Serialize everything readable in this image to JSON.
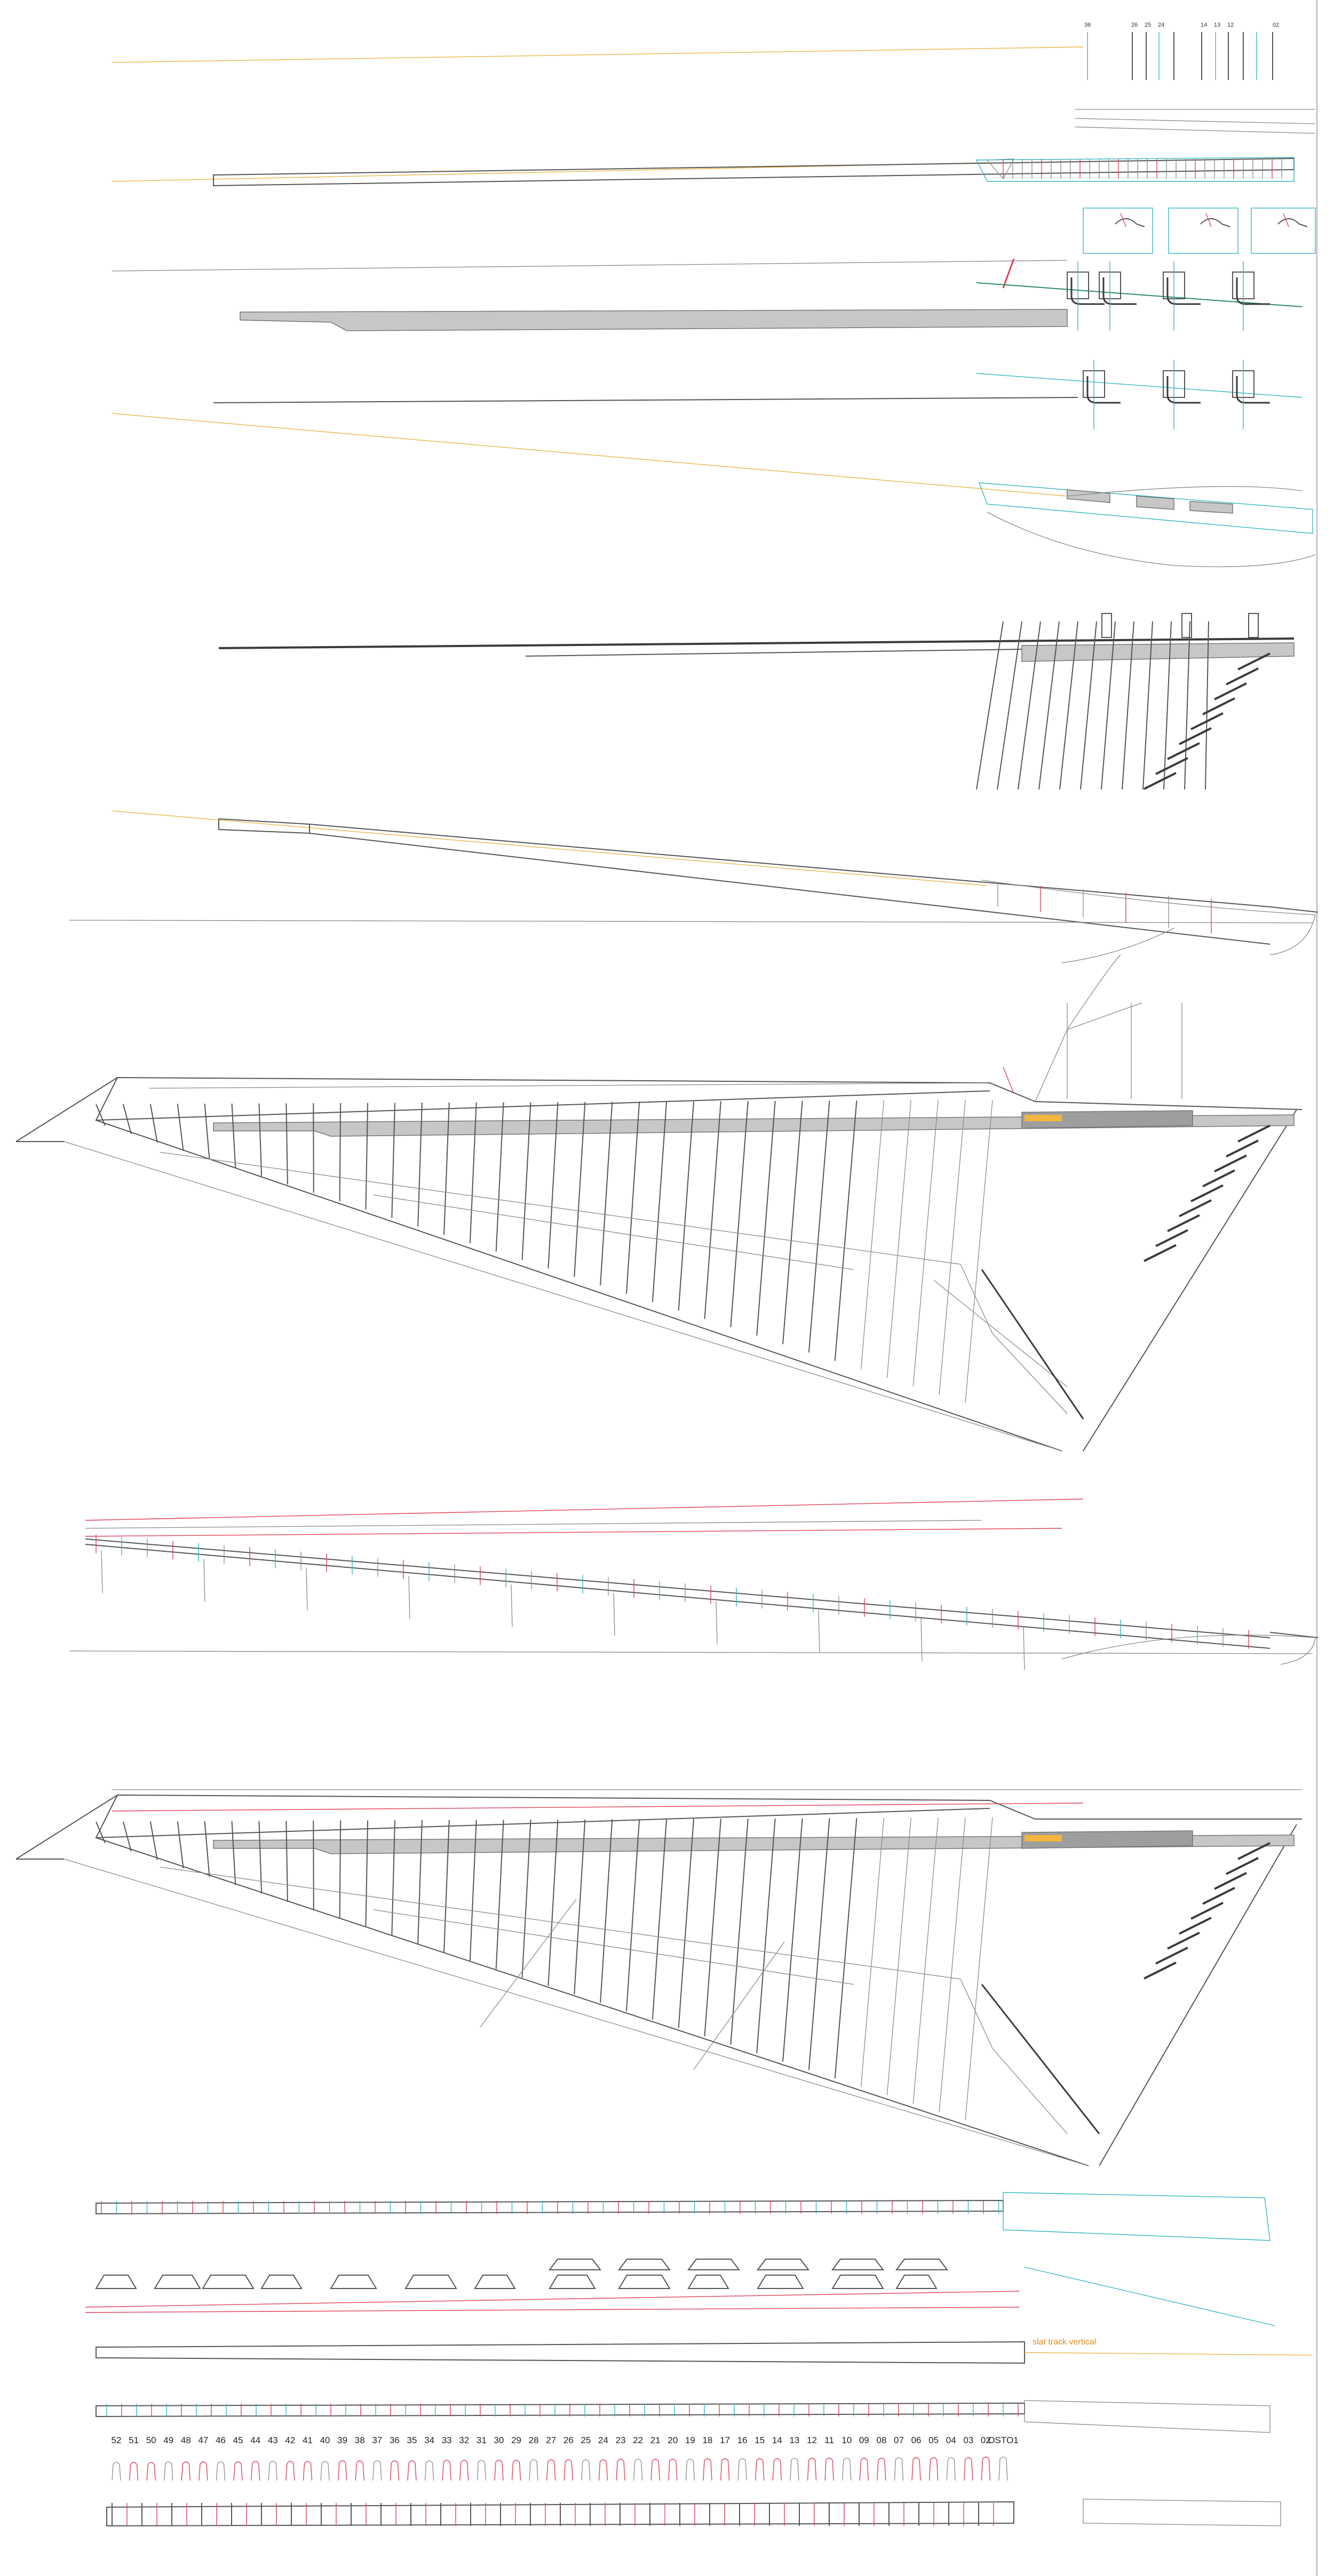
{
  "header_station_labels": [
    "36",
    "26",
    "25",
    "24",
    "14",
    "13",
    "12",
    "02"
  ],
  "rib_numbers": [
    "52",
    "51",
    "50",
    "49",
    "48",
    "47",
    "46",
    "45",
    "44",
    "43",
    "42",
    "41",
    "40",
    "39",
    "38",
    "37",
    "36",
    "35",
    "34",
    "33",
    "32",
    "31",
    "30",
    "29",
    "28",
    "27",
    "26",
    "25",
    "24",
    "23",
    "22",
    "21",
    "20",
    "19",
    "18",
    "17",
    "16",
    "15",
    "14",
    "13",
    "12",
    "11",
    "10",
    "09",
    "08",
    "07",
    "06",
    "05",
    "04",
    "03",
    "02",
    "OSTO1"
  ],
  "annotation_slat_track": "slat track vertical",
  "colors": {
    "structure": "#555555",
    "heavy": "#3a3a3a",
    "red": "#e0405a",
    "cyan": "#33b6c4",
    "yellow": "#e8b64a",
    "fill": "#c7c7c7",
    "highlight": "#f2b640"
  }
}
